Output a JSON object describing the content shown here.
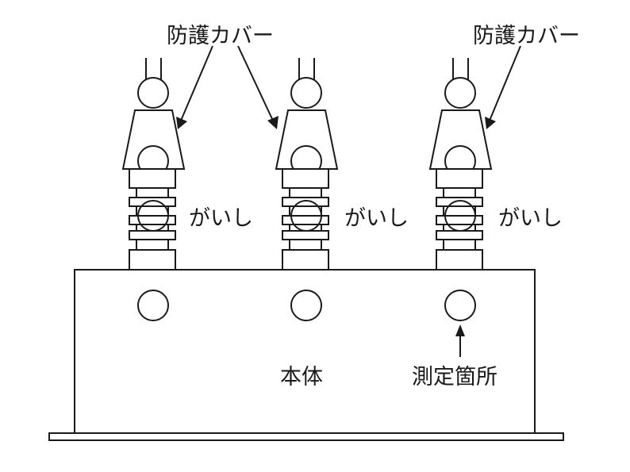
{
  "labels": {
    "cover_left": "防護カバー",
    "cover_right": "防護カバー",
    "insulator_1": "がいし",
    "insulator_2": "がいし",
    "insulator_3": "がいし",
    "body": "本体",
    "measurement_point": "測定箇所"
  },
  "colors": {
    "line": "#1a1a1a",
    "background": "#ffffff"
  }
}
